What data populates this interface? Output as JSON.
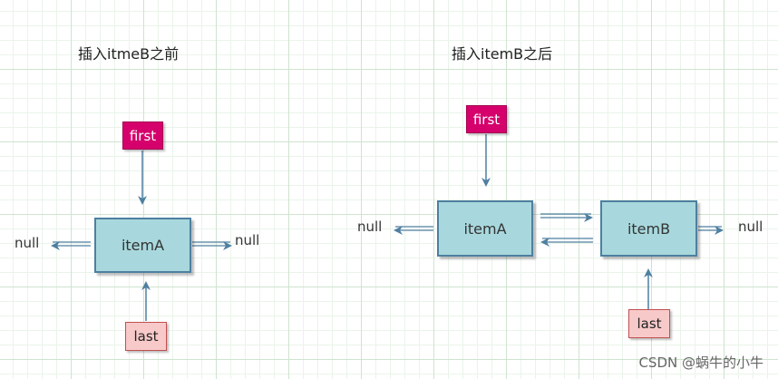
{
  "left_diagram": {
    "title": "插入itmeB之前",
    "item": "itemA",
    "first": "first",
    "last": "last",
    "null_left": "null",
    "null_right": "null"
  },
  "right_diagram": {
    "title": "插入itemB之后",
    "item_a": "itemA",
    "item_b": "itemB",
    "first": "first",
    "last": "last",
    "null_left": "null",
    "null_right": "null"
  },
  "watermark": "CSDN @蜗牛的小牛",
  "colors": {
    "node_fill": "#a8d8dd",
    "node_border": "#4e7fa0",
    "first_fill": "#d5006c",
    "last_fill": "#f8c9c9",
    "arrow": "#4e7fa0",
    "grid": "#cfe3cf"
  }
}
